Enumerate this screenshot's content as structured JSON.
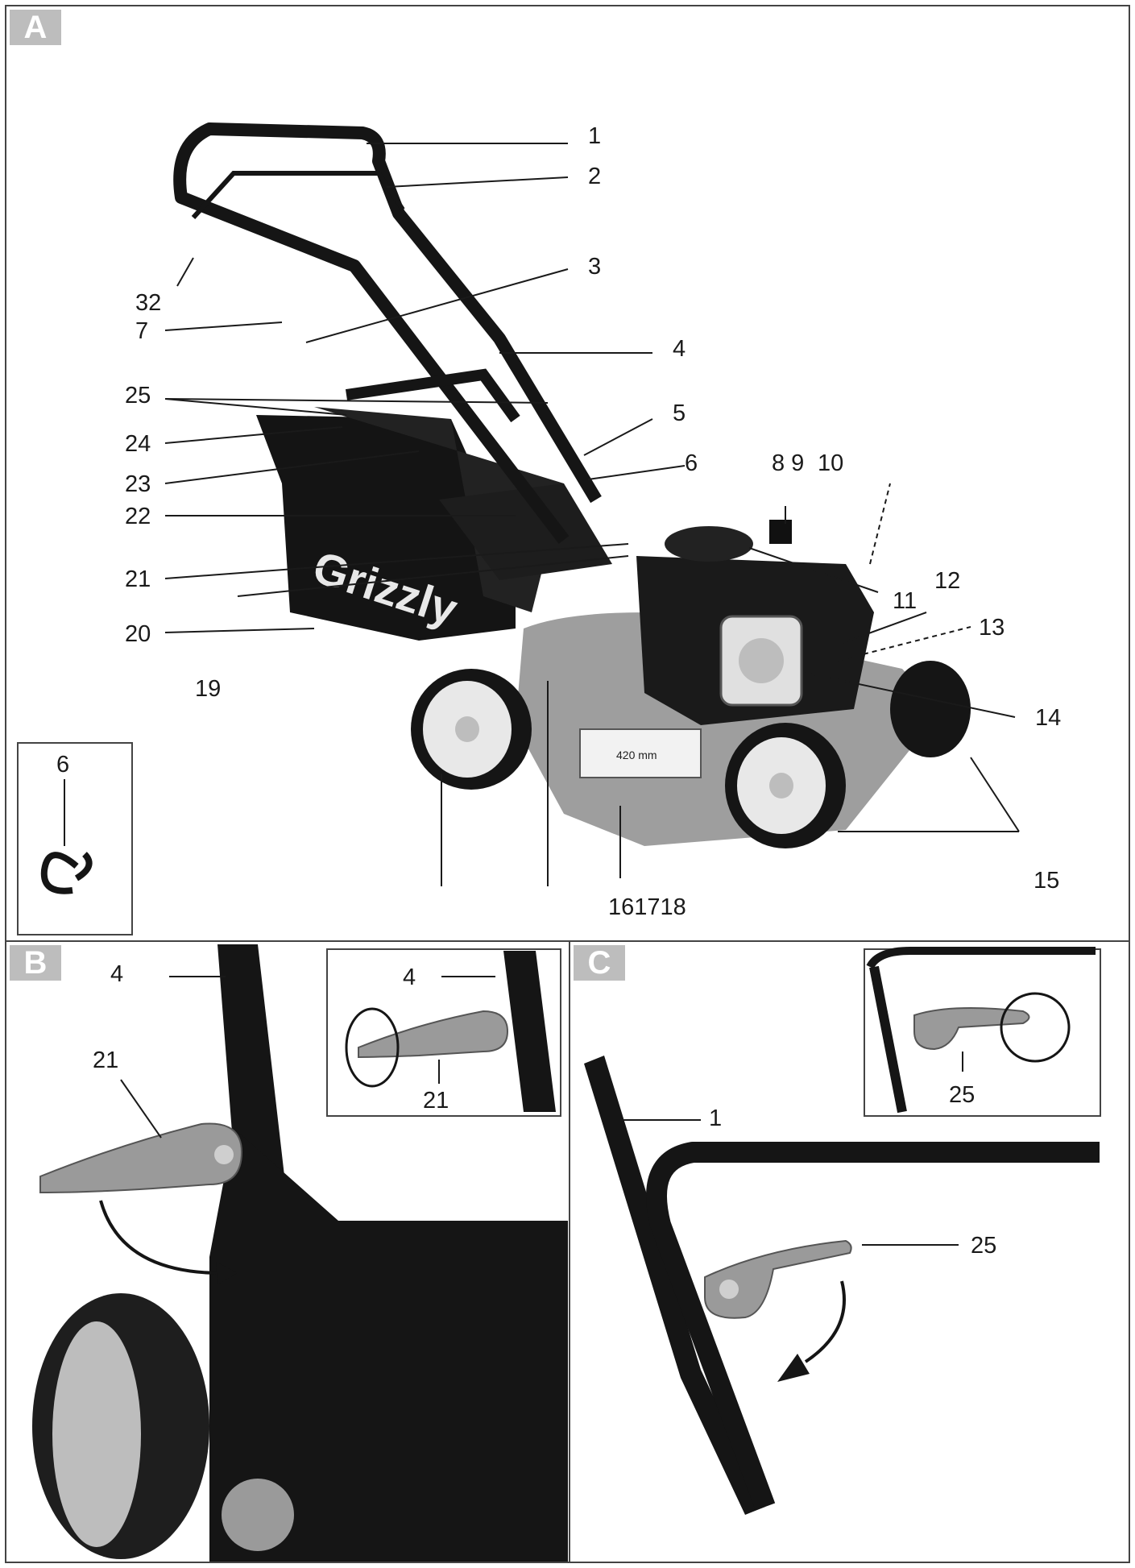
{
  "panels": {
    "a": {
      "tag": "A"
    },
    "b": {
      "tag": "B"
    },
    "c": {
      "tag": "C"
    }
  },
  "logo_text": "Grizzly",
  "deck_sticker": "420 mm",
  "labels_a": {
    "l1": "1",
    "l2": "2",
    "l3": "3",
    "l4": "4",
    "l5": "5",
    "l6": "6",
    "l7": "7",
    "l8": "8 9",
    "l10": "10",
    "l11": "11",
    "l12": "12",
    "l13": "13",
    "l14": "14",
    "l15": "15",
    "l16": "161718",
    "l19": "19",
    "l20": "20",
    "l21": "21",
    "l22": "22",
    "l23": "23",
    "l24": "24",
    "l25": "25",
    "l32": "32",
    "inset6": "6"
  },
  "labels_b": {
    "l4": "4",
    "l21": "21",
    "inset4": "4",
    "inset21": "21"
  },
  "labels_c": {
    "l1": "1",
    "l25": "25",
    "inset25": "25"
  },
  "colors": {
    "tag": "#bdbdbd",
    "deck": "#9e9e9e",
    "black": "#151515",
    "lever": "#9a9a9a"
  }
}
